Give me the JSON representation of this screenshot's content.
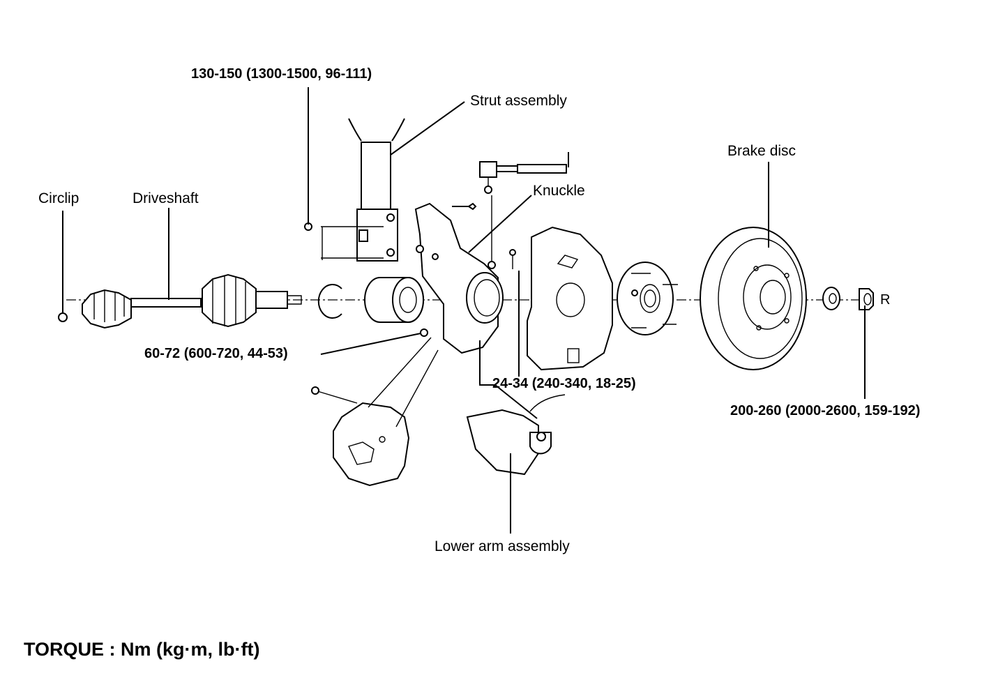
{
  "labels": {
    "strut_assembly": "Strut assembly",
    "knuckle": "Knuckle",
    "brake_disc": "Brake disc",
    "circlip": "Circlip",
    "driveshaft": "Driveshaft",
    "lower_arm_assembly": "Lower arm assembly"
  },
  "torques": {
    "strut_bolts": "130-150 (1300-1500, 96-111)",
    "lower_arm_nut": "60-72 (600-720, 44-53)",
    "tie_rod_nut": "24-34 (240-340, 18-25)",
    "hub_nut": "200-260 (2000-2600, 159-192)"
  },
  "footer": "TORQUE : Nm (kg·m, lb·ft)",
  "marks": {
    "hub_nut_mark": "R"
  }
}
